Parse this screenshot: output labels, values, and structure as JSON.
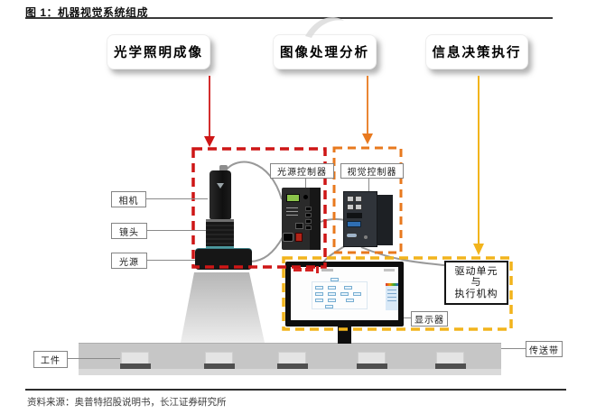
{
  "figure": {
    "title": "图 1：机器视觉系统组成",
    "source": "资料来源：奥普特招股说明书，长江证券研究所"
  },
  "stages": {
    "optical": {
      "label": "光学照明成像",
      "color": "#ce1616"
    },
    "processing": {
      "label": "图像处理分析",
      "color": "#e8791e"
    },
    "decision": {
      "label": "信息决策执行",
      "color": "#f2b41c"
    }
  },
  "labels": {
    "camera": "相机",
    "lens": "镜头",
    "light": "光源",
    "light_controller": "光源控制器",
    "vision_controller": "视觉控制器",
    "monitor": "显示器",
    "workpiece": "工件",
    "conveyor": "传送带"
  },
  "drive_unit": {
    "line1": "驱动单元",
    "line2": "与",
    "line3": "执行机构"
  },
  "workpiece_count": 5
}
